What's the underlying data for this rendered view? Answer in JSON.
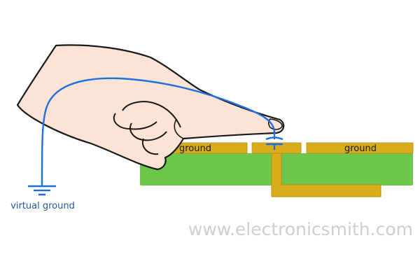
{
  "labels": {
    "ground_left": "ground",
    "ground_right": "ground",
    "virtual_ground": "virtual ground"
  },
  "watermark": "www.electronicsmith.com",
  "colors": {
    "pcb_green": "#6cc64a",
    "copper_gold": "#d9ac1c",
    "wire_blue": "#1f6fe0",
    "skin": "#fbe3d6",
    "outline": "#1a1a1a",
    "label_blue": "#2a55a8",
    "watermark_gray": "#cfcfcf"
  }
}
